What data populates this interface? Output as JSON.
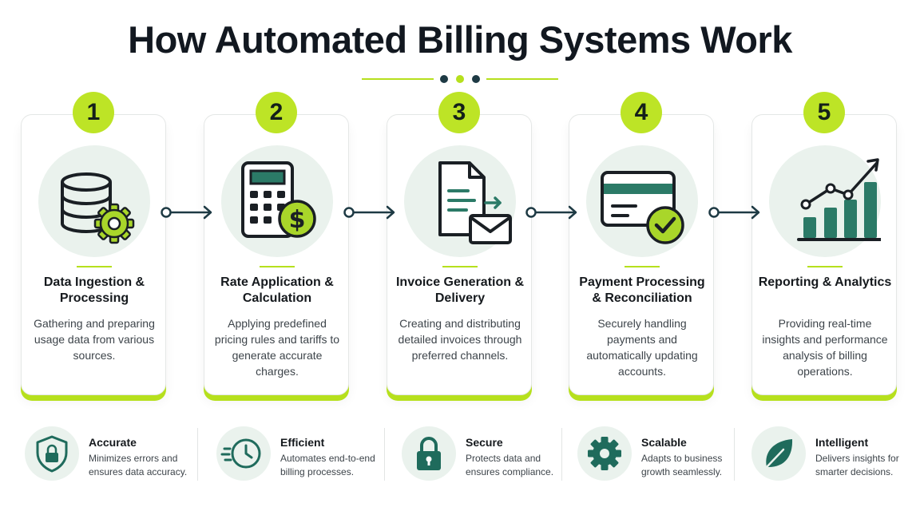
{
  "title": "How Automated Billing Systems Work",
  "colors": {
    "accent": "#b6e01d",
    "dark_green": "#1f6b5c",
    "navy": "#1e3a44",
    "icon_bg": "#eaf2ed"
  },
  "steps": [
    {
      "number": "1",
      "title": "Data Ingestion & Processing",
      "description": "Gathering and preparing usage data from various sources.",
      "icon": "database-gear-icon"
    },
    {
      "number": "2",
      "title": "Rate Application & Calculation",
      "description": "Applying predefined pricing rules and tariffs to generate accurate charges.",
      "icon": "calculator-dollar-icon"
    },
    {
      "number": "3",
      "title": "Invoice Generation & Delivery",
      "description": "Creating and distributing detailed invoices through preferred channels.",
      "icon": "invoice-envelope-icon"
    },
    {
      "number": "4",
      "title": "Payment Processing & Reconciliation",
      "description": "Securely handling payments and automatically updating accounts.",
      "icon": "card-check-icon"
    },
    {
      "number": "5",
      "title": "Reporting & Analytics",
      "description": "Providing real-time insights and performance analysis of billing operations.",
      "icon": "bar-chart-trend-icon"
    }
  ],
  "features": [
    {
      "title": "Accurate",
      "description": "Minimizes errors and ensures data accuracy.",
      "icon": "shield-lock-icon"
    },
    {
      "title": "Efficient",
      "description": "Automates end-to-end billing processes.",
      "icon": "clock-speed-icon"
    },
    {
      "title": "Secure",
      "description": "Protects data and ensures compliance.",
      "icon": "padlock-icon"
    },
    {
      "title": "Scalable",
      "description": "Adapts to business growth seamlessly.",
      "icon": "gear-icon"
    },
    {
      "title": "Intelligent",
      "description": "Delivers insights for smarter decisions.",
      "icon": "leaf-icon"
    }
  ]
}
